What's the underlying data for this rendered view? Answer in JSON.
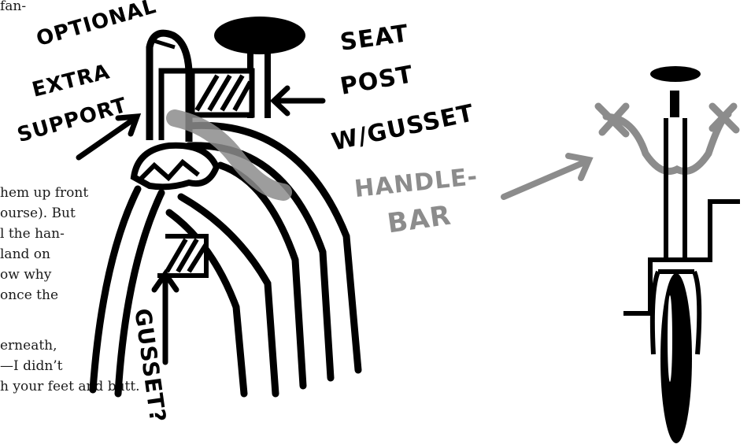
{
  "body_text": {
    "line1": "fan-",
    "line2": "hem up front",
    "line3": "ourse). But",
    "line4": "l the han-",
    "line5": "land on",
    "line6": "ow why",
    "line7": "once the",
    "line8": "erneath,",
    "line9": "—I didn’t",
    "line10": "h your feet and butt."
  },
  "annotations": {
    "optional_line1": "OPTIONAL",
    "optional_line2": "EXTRA",
    "optional_line3": "SUPPORT",
    "seat_line1": "SEAT",
    "seat_line2": "POST",
    "seat_line3": "W/GUSSET",
    "handle_line1": "HANDLE-",
    "handle_line2": "BAR",
    "gusset": "GUSSET?"
  },
  "colors": {
    "ink": "#000000",
    "gray_ink": "#8c8c8c",
    "text": "#1a1a1a"
  }
}
